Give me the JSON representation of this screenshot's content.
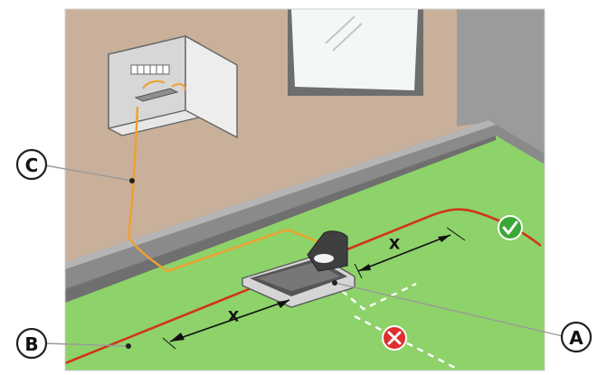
{
  "callouts": {
    "a": "A",
    "b": "B",
    "c": "C"
  },
  "dimensions": {
    "upper": "X",
    "lower": "X"
  },
  "markers": {
    "correct": "check-icon",
    "incorrect": "cross-icon"
  },
  "colors": {
    "wall": "#c9b09a",
    "lawn": "#8ed26a",
    "boundary_wire": "#d1341c",
    "power_cable": "#f0a030",
    "correct": "#3aa835",
    "incorrect": "#e02e2e"
  }
}
